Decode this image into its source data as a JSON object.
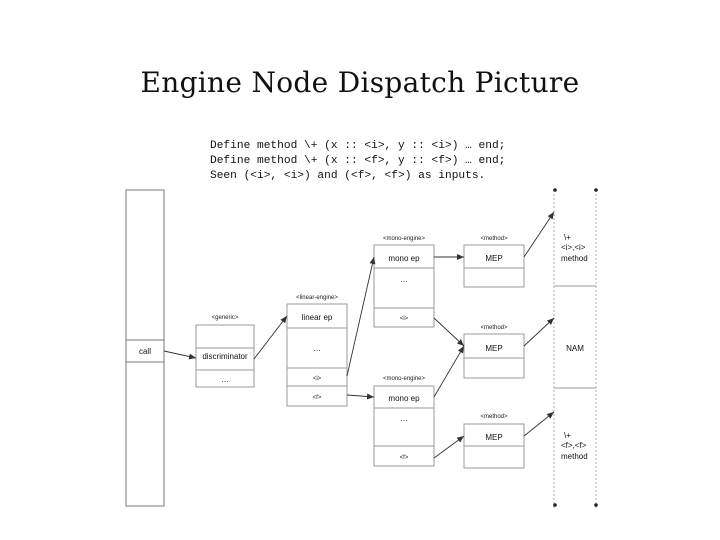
{
  "title": "Engine Node Dispatch Picture",
  "code_lines": [
    "Define method \\+ (x :: <i>, y :: <i>) … end;",
    "Define method \\+ (x :: <f>, y :: <f>) … end;",
    "Seen (<i>, <i>) and (<f>, <f>) as inputs."
  ],
  "diagram": {
    "call_label": "call",
    "generic_header": "<generic>",
    "discriminator_label": "discriminator",
    "ellipsis": "…",
    "linear_engine_header": "<linear-engine>",
    "linear_ep_label": "linear ep",
    "i_class": "<i>",
    "f_class": "<f>",
    "mono_engine_header": "<mono-engine>",
    "mono_ep_label": "mono ep",
    "method_header": "<method>",
    "mep_label": "MEP",
    "method_top_lines": [
      "\\+",
      "<i>,<i>",
      "method"
    ],
    "nam_label": "NAM",
    "method_bottom_lines": [
      "\\+",
      "<f>,<f>",
      "method"
    ]
  }
}
